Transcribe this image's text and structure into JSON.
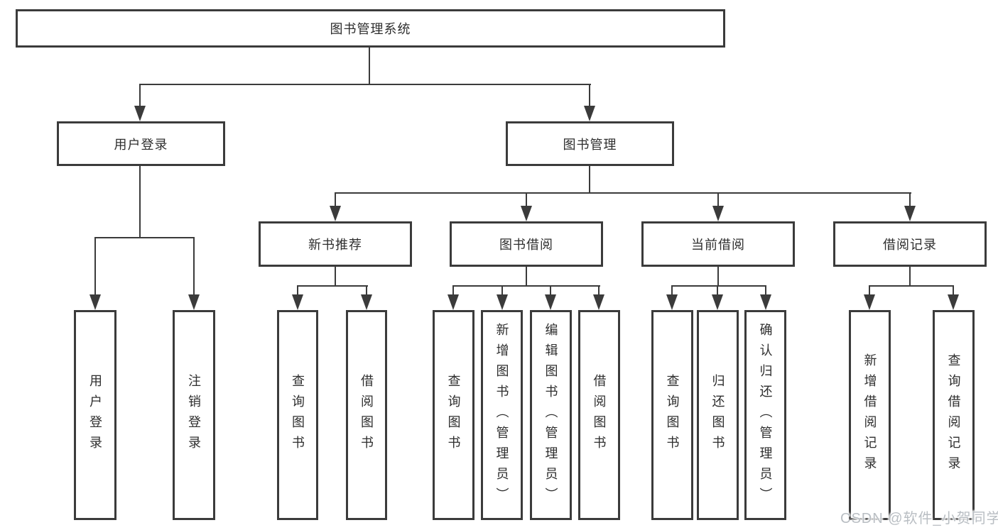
{
  "diagram": {
    "root": "图书管理系统",
    "level2": [
      "用户登录",
      "图书管理"
    ],
    "level3": [
      "新书推荐",
      "图书借阅",
      "当前借阅",
      "借阅记录"
    ],
    "leaves": {
      "user_login": [
        "用户登录",
        "注销登录"
      ],
      "new_book_recommend": [
        "查询图书",
        "借阅图书"
      ],
      "book_borrowing": [
        "查询图书",
        "新增图书（管理员）",
        "编辑图书（管理员）",
        "借阅图书"
      ],
      "current_borrowing": [
        "查询图书",
        "归还图书",
        "确认归还（管理员）"
      ],
      "borrowing_records": [
        "新增借阅记录",
        "查询借阅记录"
      ]
    }
  },
  "watermark": {
    "text": "CSDN @软件_小贺同学"
  },
  "colors": {
    "line": "#3b3b3b",
    "box_border": "#3b3b3b",
    "text": "#2e2e2e",
    "background": "#ffffff",
    "watermark": "#b9bec3"
  }
}
